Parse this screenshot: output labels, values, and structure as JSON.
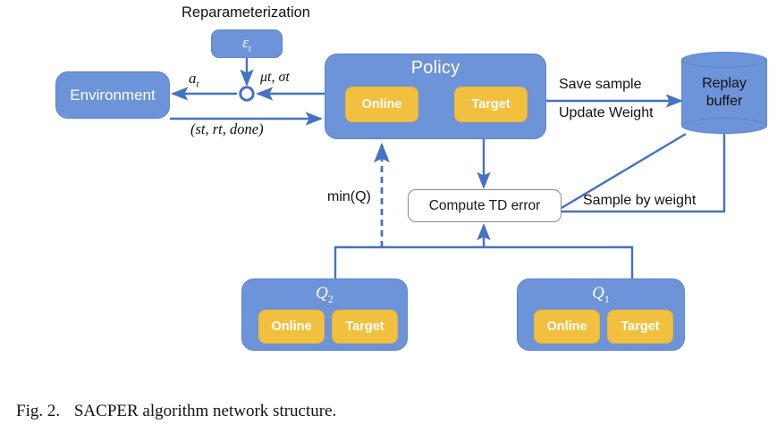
{
  "figure": {
    "caption_number": "Fig. 2.",
    "caption_text": "SACPER algorithm network structure.",
    "colors": {
      "node_blue": "#6D93D8",
      "node_blue_border": "#5E85CF",
      "sub_block_gold": "#F2C03F",
      "arrow_blue": "#4472C4",
      "arrow_gold": "#F2B035",
      "white_box_border": "#8b8b8b",
      "text_dark": "#111111",
      "background": "#FFFFFF"
    }
  },
  "nodes": {
    "reparameterization_label": "Reparameterization",
    "epsilon_box": {
      "label": "ε",
      "subscript": "t"
    },
    "environment": {
      "label": "Environment"
    },
    "policy": {
      "title": "Policy",
      "online": "Online",
      "target": "Target"
    },
    "replay_buffer": {
      "line1": "Replay",
      "line2": "buffer"
    },
    "compute_td_error": {
      "label": "Compute TD error"
    },
    "q2": {
      "title": "Q",
      "subscript": "2",
      "online": "Online",
      "target": "Target"
    },
    "q1": {
      "title": "Q",
      "subscript": "1",
      "online": "Online",
      "target": "Target"
    }
  },
  "edge_labels": {
    "action": {
      "symbol": "a",
      "subscript": "t"
    },
    "mu_sigma": "μt, σt",
    "transition": "(st, rt, done)",
    "save_sample": "Save sample",
    "update_weight": "Update Weight",
    "sample_by_weight": "Sample by weight",
    "min_q": "min(Q)"
  }
}
